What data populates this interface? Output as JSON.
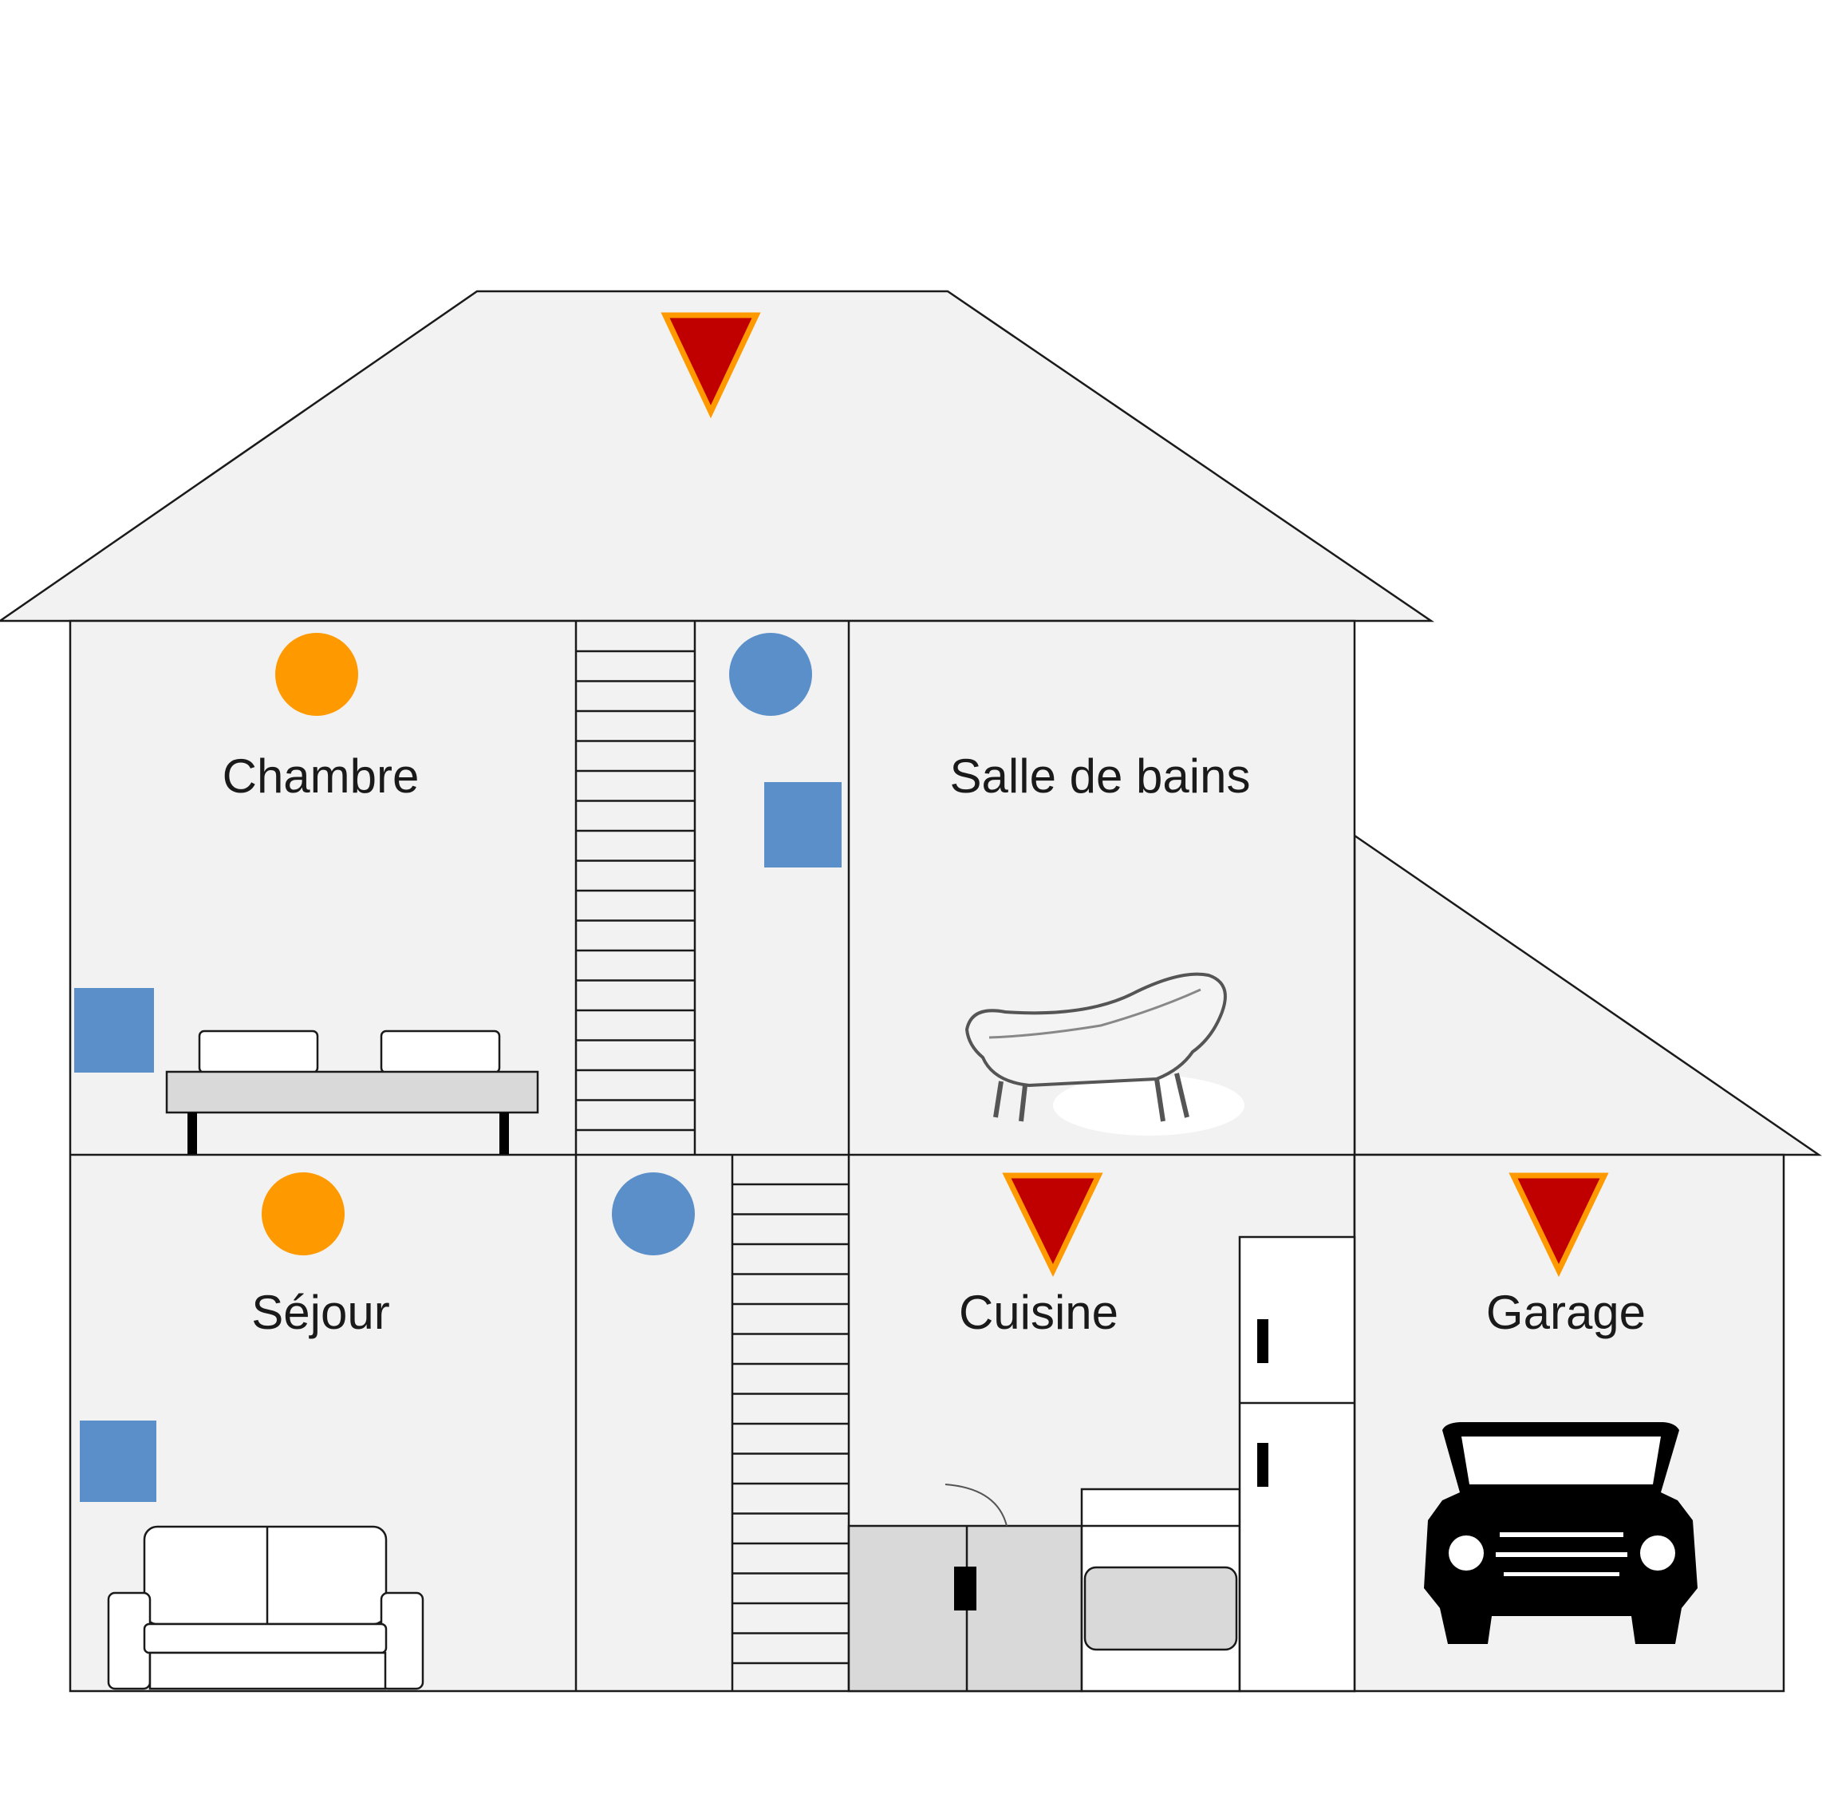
{
  "rooms": {
    "chambre": "Chambre",
    "salle_de_bains": "Salle de bains",
    "sejour": "Séjour",
    "cuisine": "Cuisine",
    "garage": "Garage"
  },
  "colors": {
    "wall_fill": "#f2f2f2",
    "orange_marker": "#ff9900",
    "blue_marker": "#5b8fc9",
    "triangle_fill": "#c00000",
    "triangle_border": "#ff9900"
  },
  "markers": {
    "orange_circle": "orange-circle-icon",
    "blue_circle": "blue-circle-icon",
    "blue_square": "blue-square-icon",
    "red_triangle": "red-triangle-icon"
  }
}
